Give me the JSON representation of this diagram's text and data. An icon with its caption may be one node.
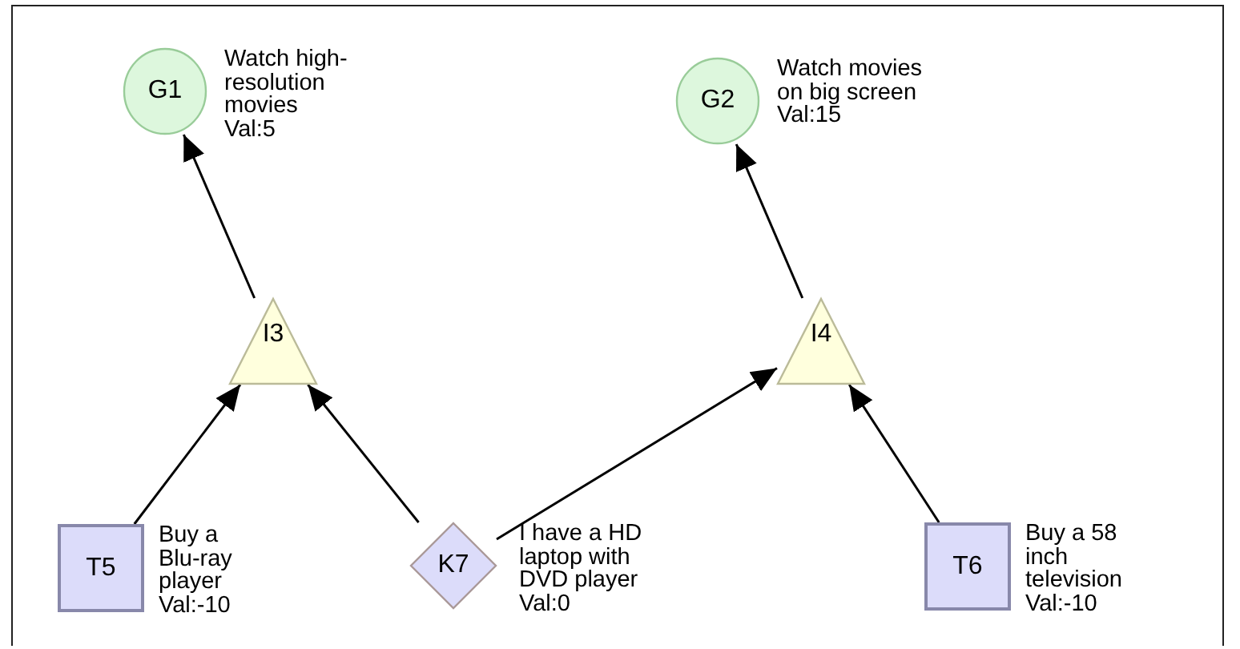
{
  "diagram": {
    "nodes": [
      {
        "text": [
          "G1"
        ],
        "beside": [
          "Watch high-resolution movies",
          "Val:5"
        ]
      },
      {
        "text": [
          "G2"
        ],
        "beside": [
          "Watch movies on big screen",
          "Val:15"
        ]
      },
      {
        "text": [
          "I3"
        ]
      },
      {
        "text": [
          "I4"
        ]
      },
      {
        "text": [
          "T5"
        ],
        "beside": [
          "Buy a Blu-ray player",
          "Val:-10"
        ]
      },
      {
        "text": [
          "K7"
        ],
        "beside": [
          "I have a HD laptop with DVD player",
          "Val:0"
        ]
      },
      {
        "text": [
          "T6"
        ],
        "beside": [
          "Buy a 58 inch television",
          "Val:-10"
        ]
      }
    ],
    "edges": [
      {
        "from": 2,
        "to": 0,
        "arrow": "to"
      },
      {
        "from": 3,
        "to": 1,
        "arrow": "to"
      },
      {
        "from": 4,
        "to": 2,
        "arrow": "to"
      },
      {
        "from": 5,
        "to": 2,
        "arrow": "to"
      },
      {
        "from": 5,
        "to": 3,
        "arrow": "to"
      },
      {
        "from": 6,
        "to": 3,
        "arrow": "to"
      }
    ]
  }
}
